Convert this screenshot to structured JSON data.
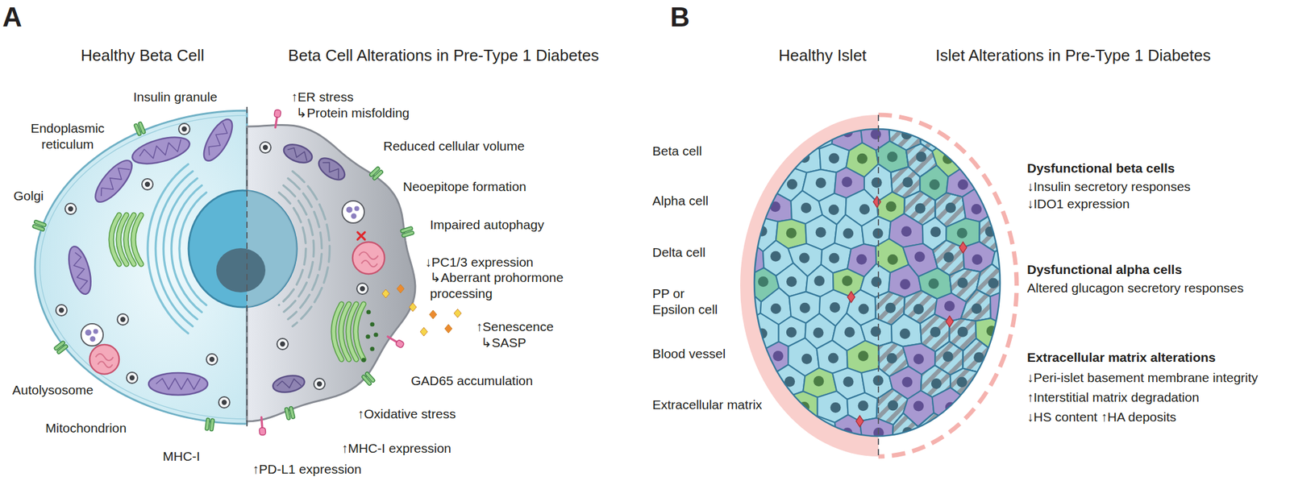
{
  "diagram": {
    "labels": [
      "A",
      "Healthy Beta Cell",
      "Beta Cell Alterations in Pre-Type 1 Diabetes",
      "Insulin granule",
      "Endoplasmic reticulum",
      "Golgi",
      "Autolysosome",
      "Mitochondrion",
      "MHC-I",
      "↑ER stress",
      "↳Protein misfolding",
      "Reduced cellular volume",
      "Neoepitope formation",
      "Impaired autophagy",
      "↓PC1/3 expression",
      "↳Aberrant prohormone processing",
      "↑Senescence",
      "↳SASP",
      "GAD65 accumulation",
      "↑Oxidative stress",
      "↑MHC-I expression",
      "↑PD-L1 expression",
      "B",
      "Healthy Islet",
      "Islet Alterations in Pre-Type 1 Diabetes",
      "Beta cell",
      "Alpha cell",
      "Delta cell",
      "PP or Epsilon cell",
      "Blood vessel",
      "Extracellular matrix",
      "Dysfunctional beta cells",
      "↓Insulin secretory responses",
      "↓IDO1 expression",
      "Dysfunctional alpha cells",
      "Altered glucagon secretory responses",
      "Extracellular matrix alterations",
      "↓Peri-islet basement membrane integrity",
      "↑Interstitial matrix degradation",
      "↓HS content ↑HA deposits"
    ]
  }
}
